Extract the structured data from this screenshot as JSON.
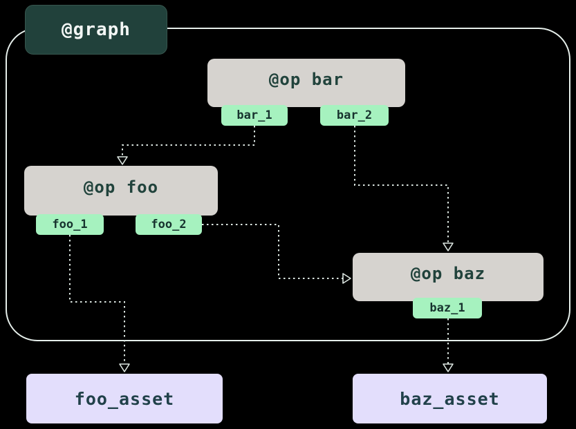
{
  "graph": {
    "label": "@graph"
  },
  "ops": [
    {
      "name": "@op bar",
      "outputs": [
        "bar_1",
        "bar_2"
      ]
    },
    {
      "name": "@op foo",
      "outputs": [
        "foo_1",
        "foo_2"
      ]
    },
    {
      "name": "@op baz",
      "outputs": [
        "baz_1"
      ]
    }
  ],
  "assets": [
    {
      "name": "foo_asset"
    },
    {
      "name": "baz_asset"
    }
  ],
  "edges": [
    {
      "from": "bar_1",
      "to": "@op foo"
    },
    {
      "from": "bar_2",
      "to": "@op baz"
    },
    {
      "from": "foo_2",
      "to": "@op baz"
    },
    {
      "from": "foo_1",
      "to": "foo_asset"
    },
    {
      "from": "baz_1",
      "to": "baz_asset"
    }
  ],
  "colors": {
    "background": "#000000",
    "graph_label_bg": "#21413b",
    "graph_label_text": "#f3f7f5",
    "op_bg": "#d6d3cf",
    "op_text": "#21433c",
    "handle_bg": "#a6f2bf",
    "handle_text": "#17332e",
    "asset_bg": "#e3defc",
    "asset_text": "#21414a",
    "edge": "#dde7e2"
  }
}
